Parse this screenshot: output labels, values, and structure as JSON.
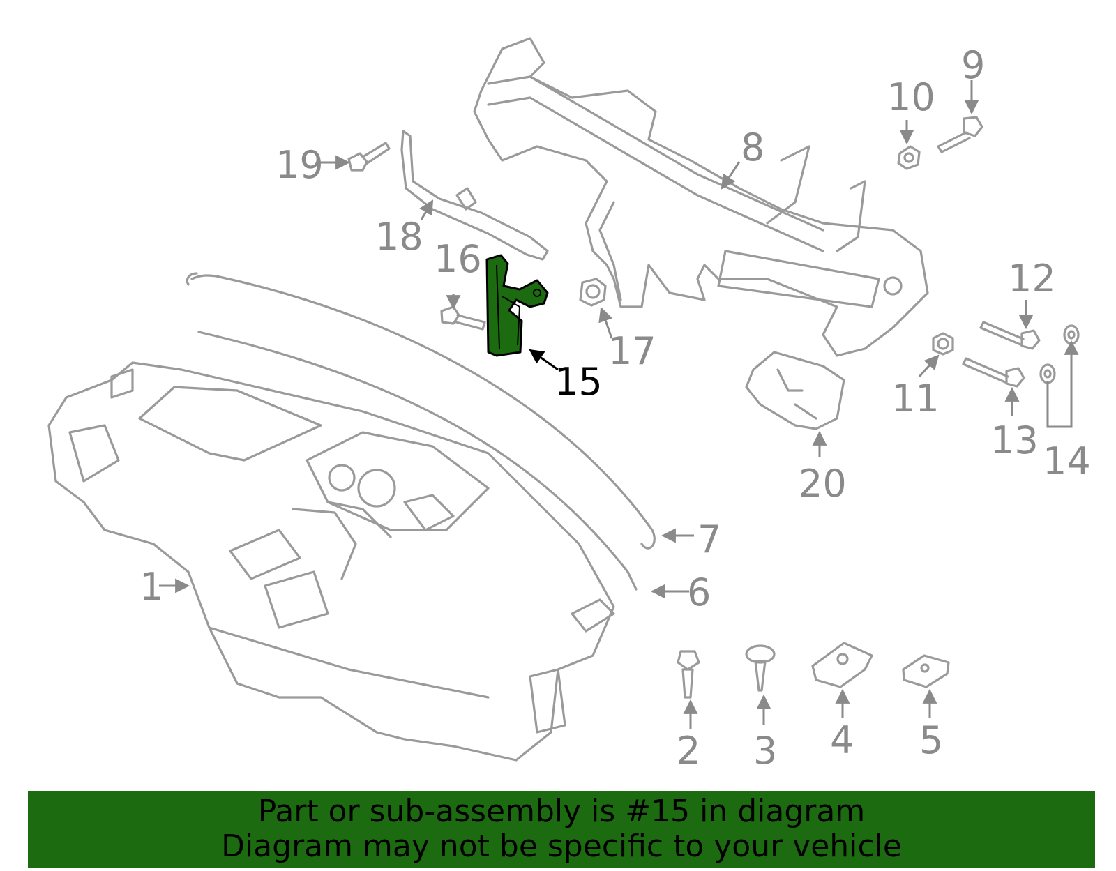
{
  "callouts": {
    "c1": "1",
    "c2": "2",
    "c3": "3",
    "c4": "4",
    "c5": "5",
    "c6": "6",
    "c7": "7",
    "c8": "8",
    "c9": "9",
    "c10": "10",
    "c11": "11",
    "c12": "12",
    "c13": "13",
    "c14": "14",
    "c15": "15",
    "c16": "16",
    "c17": "17",
    "c18": "18",
    "c19": "19",
    "c20": "20"
  },
  "highlight": {
    "part": "15",
    "color": "#1d6b10"
  },
  "banner": {
    "line1": "Part or sub-assembly is #15 in diagram",
    "line2": "Diagram may not be specific to your vehicle",
    "background": "#1d6b10"
  }
}
